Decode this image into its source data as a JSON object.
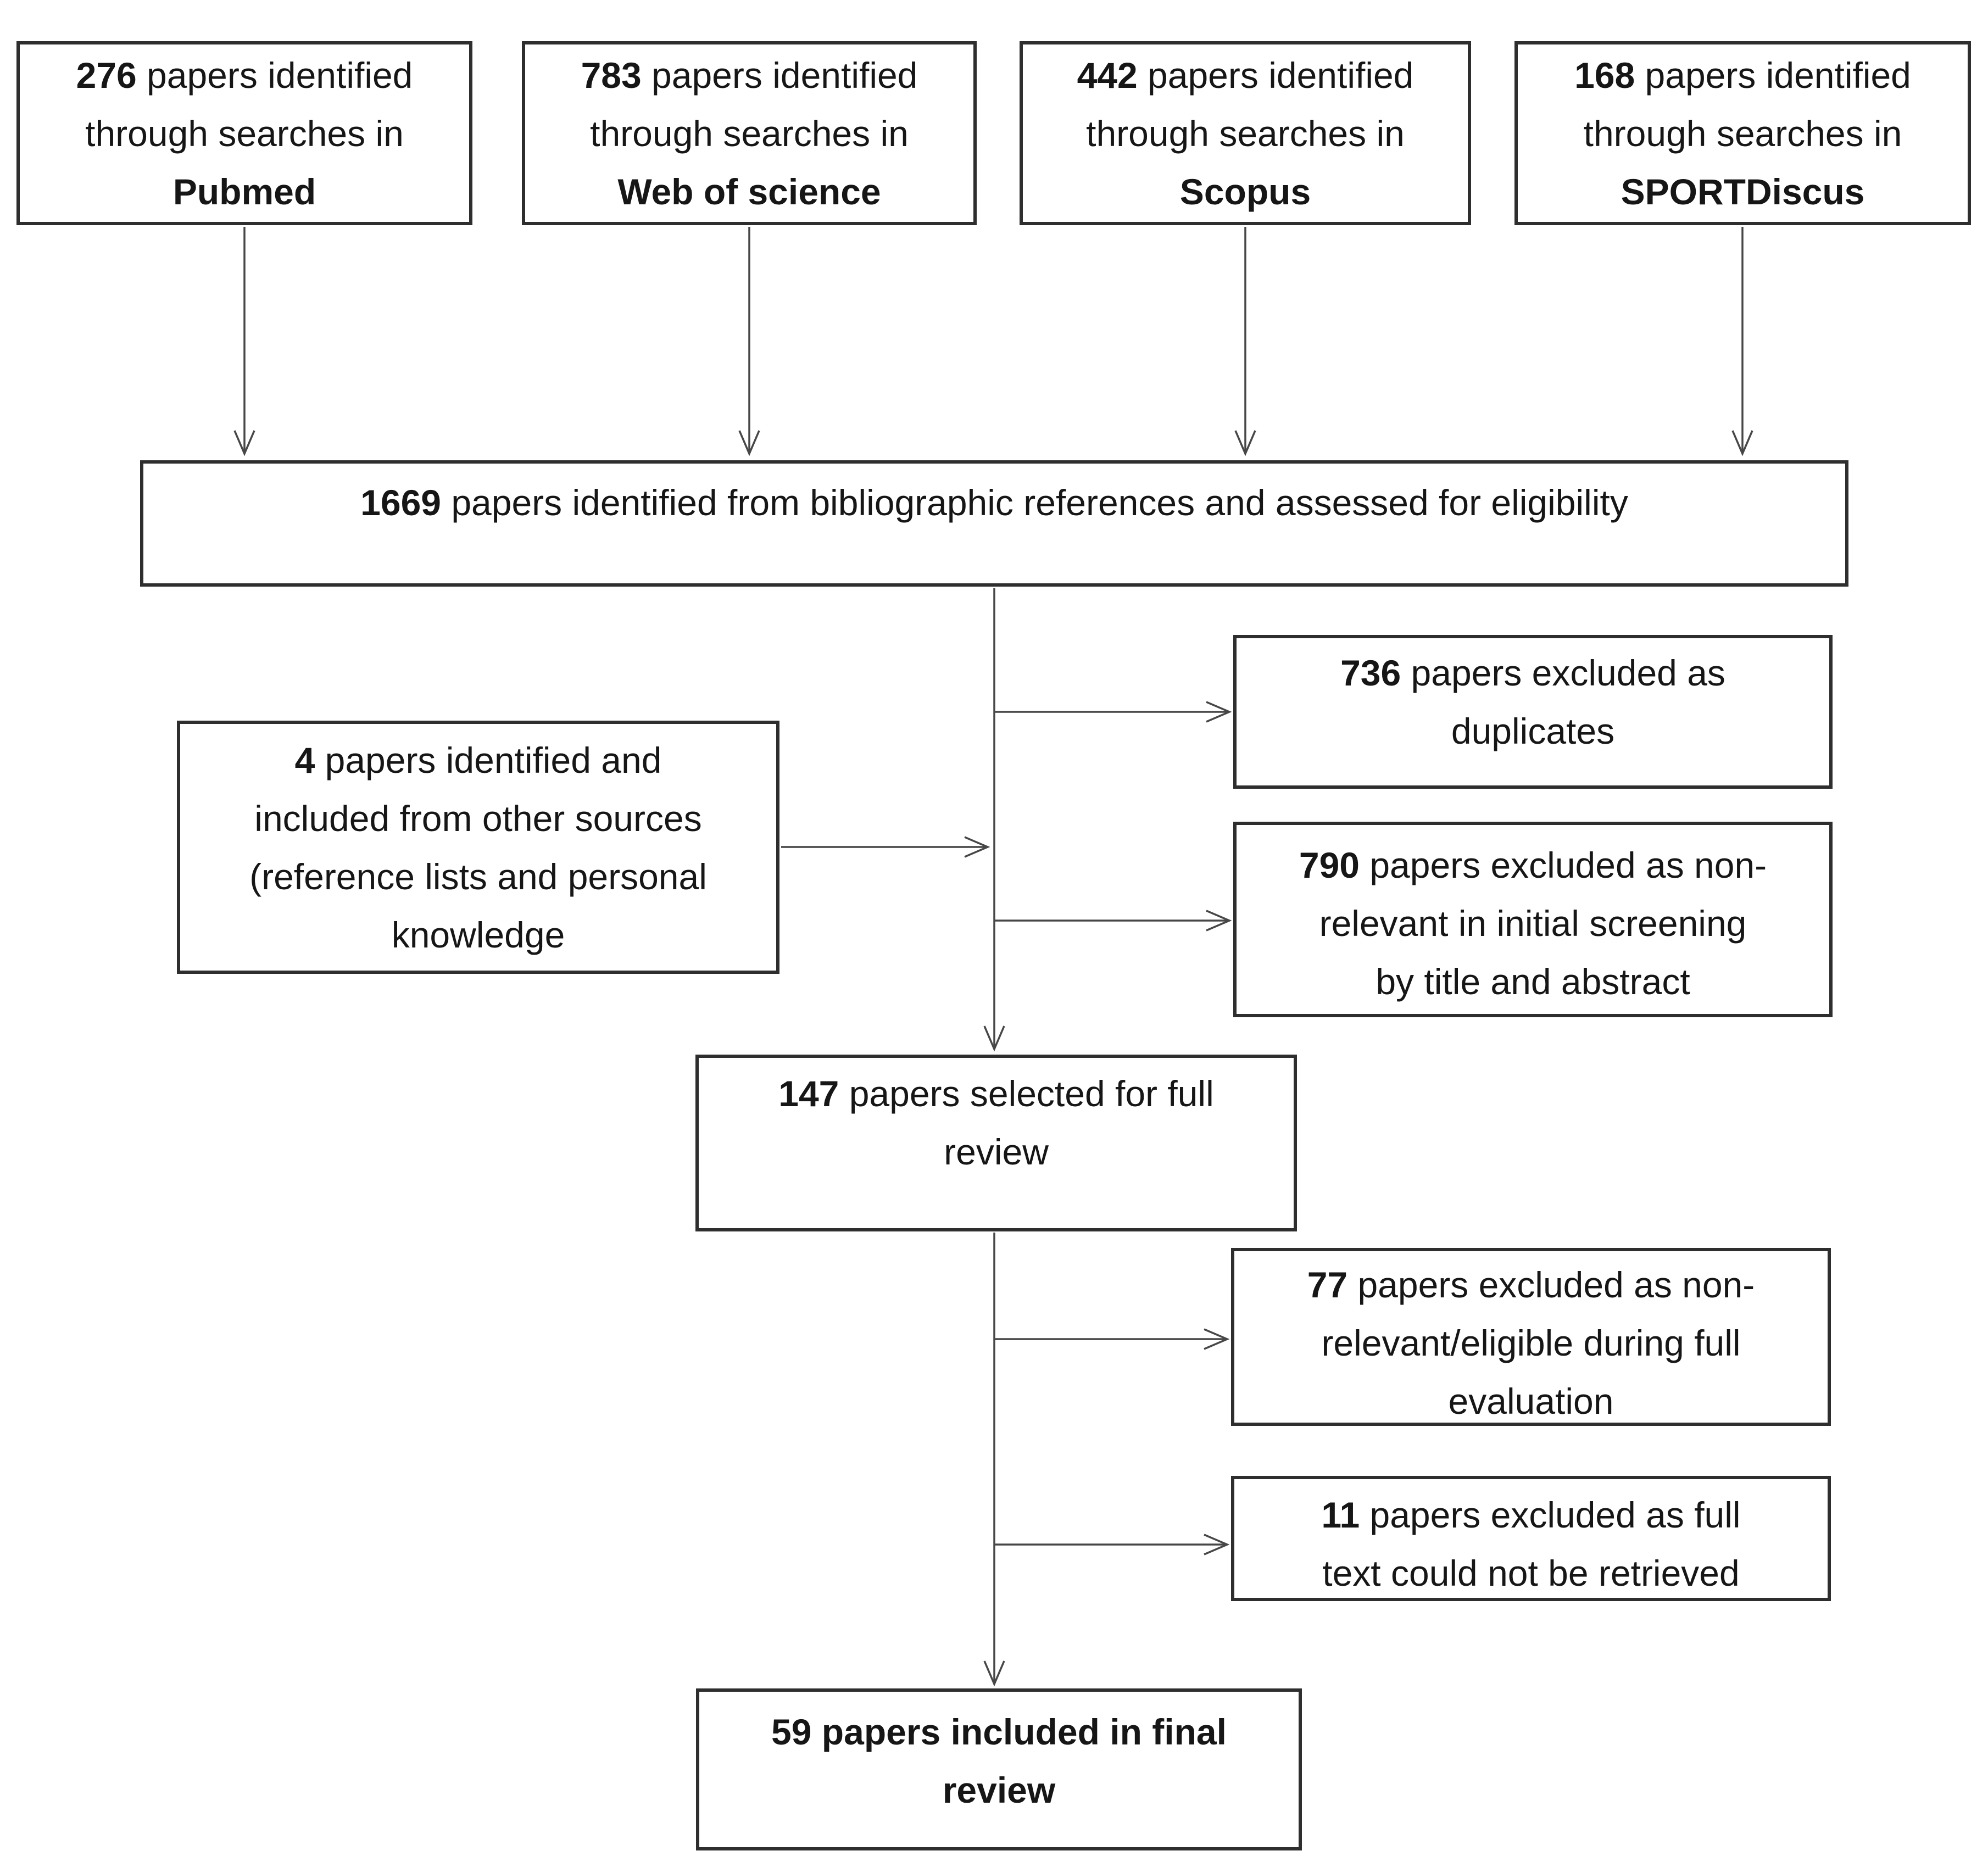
{
  "colors": {
    "background": "#ffffff",
    "box_border": "#2e2e2e",
    "connector": "#474747",
    "text": "#161616"
  },
  "diagram": {
    "sources": [
      {
        "count": "276",
        "line1_rest": " papers identified",
        "line2": "through searches in",
        "name": "Pubmed"
      },
      {
        "count": "783",
        "line1_rest": " papers identified",
        "line2": "through searches in",
        "name": "Web of science"
      },
      {
        "count": "442",
        "line1_rest": " papers identified",
        "line2": "through searches in",
        "name": "Scopus"
      },
      {
        "count": "168",
        "line1_rest": " papers identified",
        "line2": "through searches in",
        "name": "SPORTDiscus"
      }
    ],
    "pooled": {
      "count": "1669",
      "rest": " papers identified from bibliographic references and assessed for eligibility"
    },
    "other_sources": {
      "count": "4",
      "line1_rest": " papers identified and",
      "line2": "included from other sources",
      "line3": "(reference lists and personal",
      "line4": "knowledge"
    },
    "excluded_duplicates": {
      "count": "736",
      "line1_rest": " papers excluded as",
      "line2": "duplicates"
    },
    "excluded_screening": {
      "count": "790",
      "line1_rest": " papers excluded as non-",
      "line2": "relevant in initial screening",
      "line3": "by title and abstract"
    },
    "full_review": {
      "count": "147",
      "line1_rest": " papers selected for full",
      "line2": "review"
    },
    "excluded_full_eval": {
      "count": "77",
      "line1_rest": " papers excluded as non-",
      "line2": "relevant/eligible during full",
      "line3": "evaluation"
    },
    "excluded_no_fulltext": {
      "count": "11",
      "line1_rest": " papers excluded as full",
      "line2": "text could not be retrieved"
    },
    "final": {
      "count": "59",
      "line1_rest": " papers included in final",
      "line2": "review"
    }
  }
}
